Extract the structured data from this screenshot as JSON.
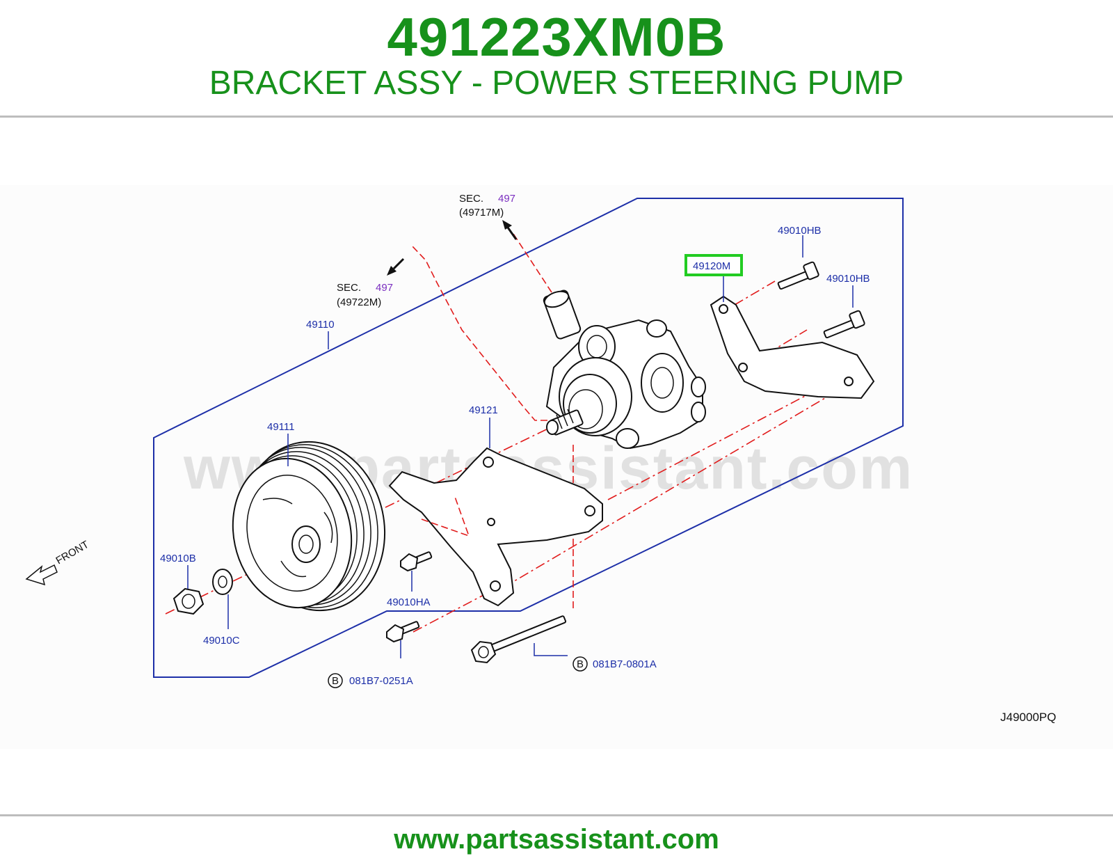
{
  "header": {
    "part_number": "491223XM0B",
    "part_name": "BRACKET ASSY - POWER STEERING PUMP"
  },
  "diagram": {
    "watermark": "www.partsassistant.com",
    "highlight_color": "#22cc22",
    "labels": {
      "sec_top_prefix": "SEC.",
      "sec_top_num": "497",
      "sec_top_ref": "(49717M)",
      "sec_left_prefix": "SEC.",
      "sec_left_num": "497",
      "sec_left_ref": "(49722M)",
      "p49110": "49110",
      "p49120m": "49120M",
      "p49010hb_a": "49010HB",
      "p49010hb_b": "49010HB",
      "p49121": "49121",
      "p49111": "49111",
      "p49010b": "49010B",
      "p49010c": "49010C",
      "p49010ha": "49010HA",
      "p081b7_0251a": "081B7-0251A",
      "p081b7_0801a": "081B7-0801A",
      "b_mark_a": "B",
      "b_mark_b": "B",
      "front": "FRONT",
      "diagram_code": "J49000PQ"
    }
  },
  "footer": {
    "url": "www.partsassistant.com"
  }
}
